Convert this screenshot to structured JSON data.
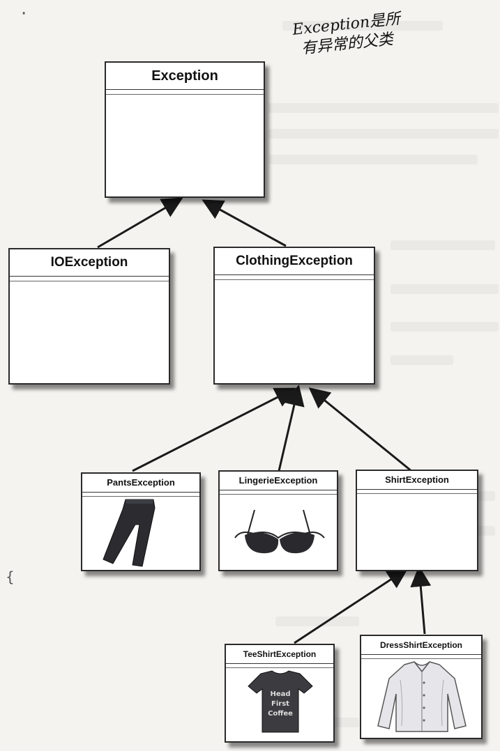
{
  "annotation": {
    "line1": "Exception是所",
    "line2": "有异常的父类"
  },
  "classes": {
    "exception": "Exception",
    "io": "IOException",
    "clothing": "ClothingException",
    "pants": "PantsException",
    "lingerie": "LingerieException",
    "shirt": "ShirtException",
    "teeshirt": "TeeShirtException",
    "dressshirt": "DressShirtException"
  },
  "teeshirt_print": [
    "Head",
    "First",
    "Coffee"
  ],
  "stray_marks": {
    "dot": "·",
    "brace": "{"
  },
  "colors": {
    "border": "#2a2a2a",
    "arrow": "#1a1a1a",
    "paper": "#f4f3ef"
  }
}
